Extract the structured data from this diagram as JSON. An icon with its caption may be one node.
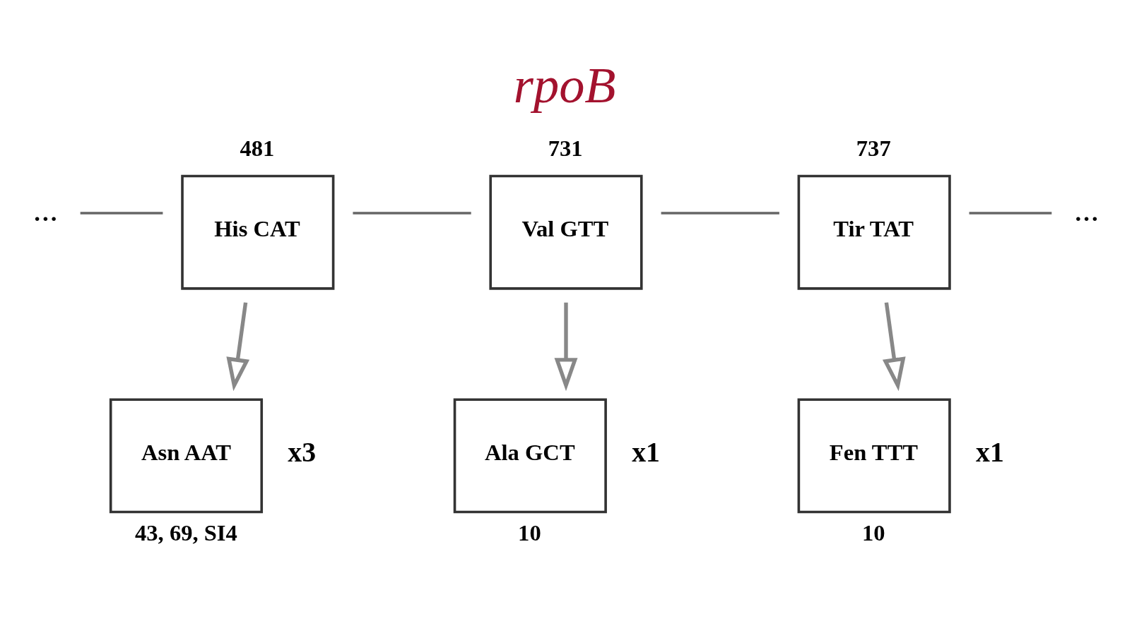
{
  "diagram": {
    "title": "rpoB",
    "nodes": [
      {
        "text": [
          "..."
        ]
      },
      {
        "text": [
          "His CAT"
        ],
        "beside": [
          "481"
        ]
      },
      {
        "text": [
          "Val GTT"
        ],
        "beside": [
          "731"
        ]
      },
      {
        "text": [
          "Tir TAT"
        ],
        "beside": [
          "737"
        ]
      },
      {
        "text": [
          "..."
        ]
      },
      {
        "text": [
          "Asn AAT"
        ],
        "beside": [
          "x3",
          "43, 69, SI4"
        ]
      },
      {
        "text": [
          "Ala GCT"
        ],
        "beside": [
          "x1",
          "10"
        ]
      },
      {
        "text": [
          "Fen TTT"
        ],
        "beside": [
          "x1",
          "10"
        ]
      }
    ],
    "edges": [
      {
        "from": 0,
        "to": 1,
        "arrow": "none"
      },
      {
        "from": 1,
        "to": 2,
        "arrow": "none"
      },
      {
        "from": 2,
        "to": 3,
        "arrow": "none"
      },
      {
        "from": 3,
        "to": 4,
        "arrow": "none"
      },
      {
        "from": 1,
        "to": 5,
        "arrow": "to"
      },
      {
        "from": 2,
        "to": 6,
        "arrow": "to"
      },
      {
        "from": 3,
        "to": 7,
        "arrow": "to"
      }
    ]
  }
}
